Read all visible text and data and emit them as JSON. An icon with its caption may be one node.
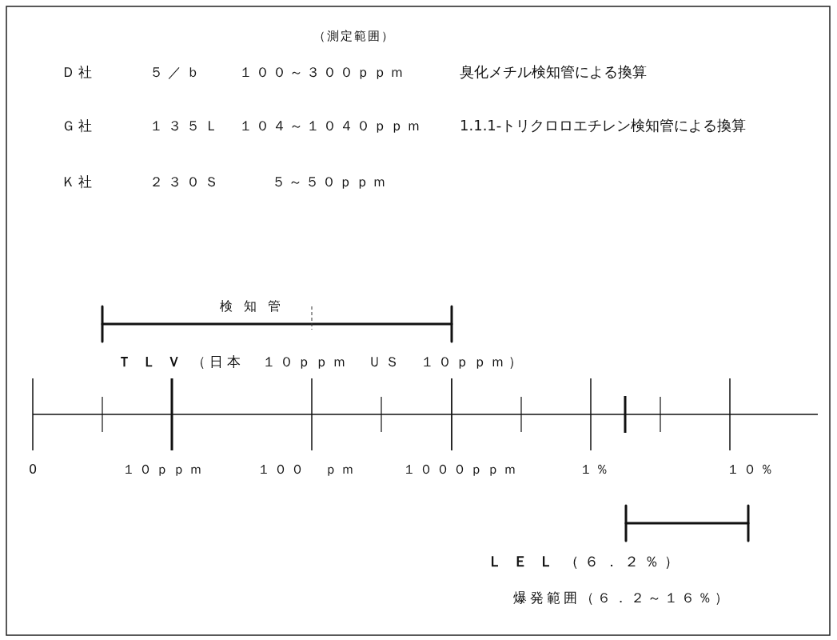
{
  "diagram": {
    "labels": [
      "（測定範囲）",
      "Ｄ社",
      "５／ｂ",
      "１００～３００ｐｐｍ",
      "臭化メチル検知管による換算",
      "Ｇ社",
      "１３５Ｌ",
      "１０４～１０４０ｐｐｍ",
      "1.1.1-トリクロロエチレン検知管による換算",
      "Ｋ社",
      "２３０Ｓ",
      "５～５０ｐｐｍ",
      "検知管",
      "**ＴＬＶ**（日本　１０ｐｐｍ　ＵＳ　１０ｐｐｍ）",
      "0",
      "１０ｐｐｍ",
      "１００　ｐｍ",
      "１０００ｐｐｍ",
      "１％",
      "１０％",
      "**ＬＥＬ**（６．２％）",
      "爆発範囲（６．２～１６％）"
    ]
  }
}
